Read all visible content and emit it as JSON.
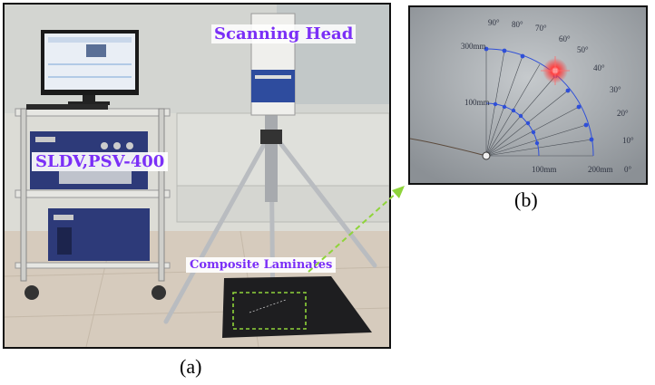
{
  "figure": {
    "panel_a": {
      "caption": "(a)",
      "labels": {
        "scanning_head": "Scanning Head",
        "sldv": "SLDV,PSV-400",
        "composite": "Composite Laminates"
      }
    },
    "panel_b": {
      "caption": "(b)",
      "angle_labels": [
        "90°",
        "80°",
        "70°",
        "60°",
        "50°",
        "40°",
        "30°",
        "20°",
        "10°",
        "0°"
      ],
      "distance_labels": {
        "r300_top": "300mm",
        "r100_left": "100mm",
        "r100_bottom": "100mm",
        "r200_bottom": "200mm"
      }
    },
    "colors": {
      "label_purple": "#7b2ff7",
      "arrow_green": "#8fd43a",
      "marker_blue": "#2f4fd8",
      "laser_red": "#ff2a2a"
    }
  }
}
